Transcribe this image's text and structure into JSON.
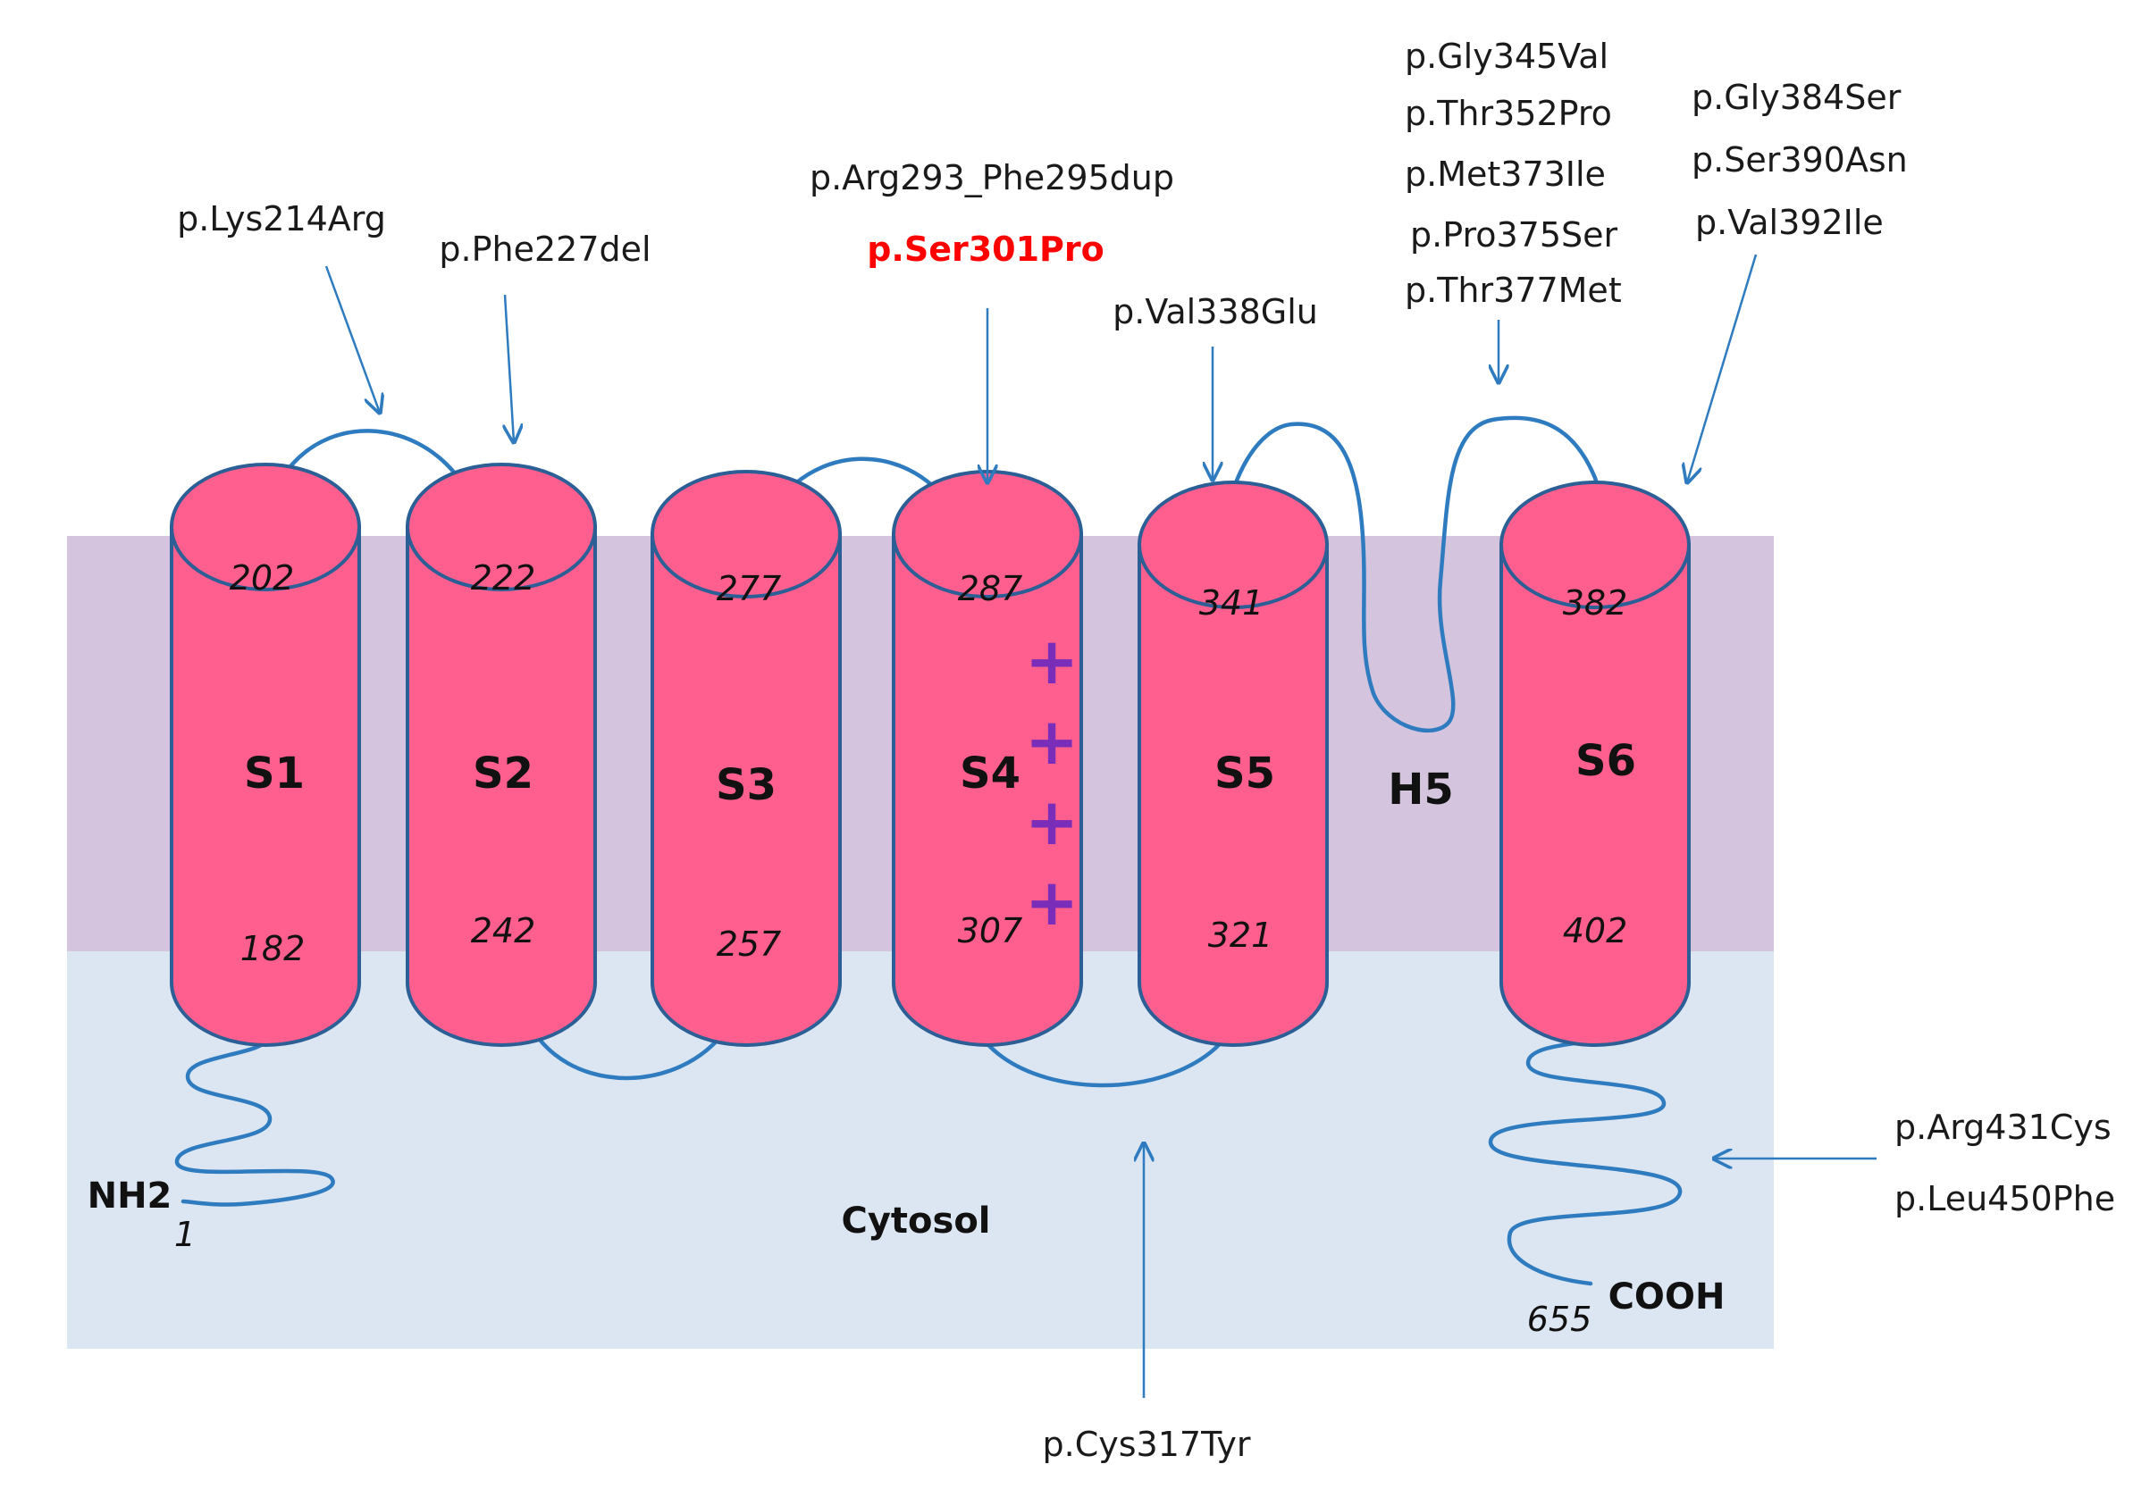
{
  "colors": {
    "membrane": "#d4c4dd",
    "cytosol": "#dce6f2",
    "helix_fill": "#ff5f8e",
    "helix_stroke": "#2b5f95",
    "loop": "#2e7bc0",
    "plus": "#7a2db8",
    "highlight": "#ff0000"
  },
  "regions": {
    "cytosol": "Cytosol"
  },
  "termini": {
    "n_label": "NH2",
    "n_num": "1",
    "c_label": "COOH",
    "c_num": "655"
  },
  "segments": [
    {
      "name": "S1",
      "top": "202",
      "bottom": "182"
    },
    {
      "name": "S2",
      "top": "222",
      "bottom": "242"
    },
    {
      "name": "S3",
      "top": "277",
      "bottom": "257"
    },
    {
      "name": "S4",
      "top": "287",
      "bottom": "307"
    },
    {
      "name": "S5",
      "top": "341",
      "bottom": "321"
    },
    {
      "name": "S6",
      "top": "382",
      "bottom": "402"
    }
  ],
  "h5_label": "H5",
  "s4_charges": [
    "+",
    "+",
    "+",
    "+"
  ],
  "mutations": {
    "lys214arg": "p.Lys214Arg",
    "phe227del": "p.Phe227del",
    "arg293_phe295dup": "p.Arg293_Phe295dup",
    "ser301pro": "p.Ser301Pro",
    "val338glu": "p.Val338Glu",
    "h5_group": [
      "p.Gly345Val",
      "p.Thr352Pro",
      "p.Met373Ile",
      "p.Pro375Ser",
      "p.Thr377Met"
    ],
    "s6_group": [
      "p.Gly384Ser",
      "p.Ser390Asn",
      "p.Val392Ile"
    ],
    "c_term_group": [
      "p.Arg431Cys",
      "p.Leu450Phe"
    ],
    "cys317tyr": "p.Cys317Tyr"
  }
}
